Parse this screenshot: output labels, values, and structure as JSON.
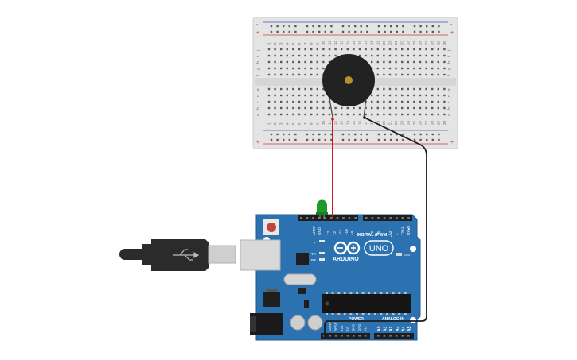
{
  "canvas": {
    "background": "#ffffff"
  },
  "breadboard": {
    "body_color": "#e4e4e4",
    "rail_red": "#d23a3a",
    "rail_blue": "#3a58b8",
    "column_numbers": [
      "1",
      "2",
      "3",
      "4",
      "5",
      "6",
      "7",
      "8",
      "9",
      "10",
      "11",
      "12",
      "13",
      "14",
      "15",
      "16",
      "17",
      "18",
      "19",
      "20",
      "21",
      "22",
      "23",
      "24",
      "25",
      "26",
      "27",
      "28",
      "29",
      "30"
    ],
    "row_letters_top": [
      "j",
      "i",
      "h",
      "g",
      "f"
    ],
    "row_letters_bottom": [
      "e",
      "d",
      "c",
      "b",
      "a"
    ],
    "rail_plus": "+",
    "rail_minus": "-"
  },
  "buzzer": {
    "color": "#222222",
    "center_color": "#b8902a"
  },
  "led": {
    "color": "#1f9a2a"
  },
  "wires": {
    "signal_color": "#d01818",
    "ground_color": "#1c1c1c"
  },
  "arduino": {
    "board_color": "#2c72b0",
    "logo_text": "ARDUINO",
    "model_text": "UNO",
    "digital_label": "DIGITAL (PWM ~)",
    "power_label": "POWER",
    "analog_label": "ANALOG IN",
    "on_label": "ON",
    "l_label": "L",
    "tx_label": "TX",
    "rx_label": "RX",
    "aref_label": "AREF",
    "gnd_label": "GND",
    "digital_pins": [
      "13",
      "12",
      "~11",
      "~10",
      "~9",
      "8",
      "7",
      "~6",
      "~5",
      "4",
      "~3",
      "2",
      "TX▸1",
      "RX◂0"
    ],
    "power_pins": [
      "IOREF",
      "RESET",
      "3V3",
      "5V",
      "GND",
      "GND",
      "Vin"
    ],
    "analog_pins": [
      "A0",
      "A1",
      "A2",
      "A3",
      "A4",
      "A5"
    ]
  },
  "usb_cable": {
    "color": "#2b2b2b",
    "plug_color": "#cfcfcf"
  }
}
